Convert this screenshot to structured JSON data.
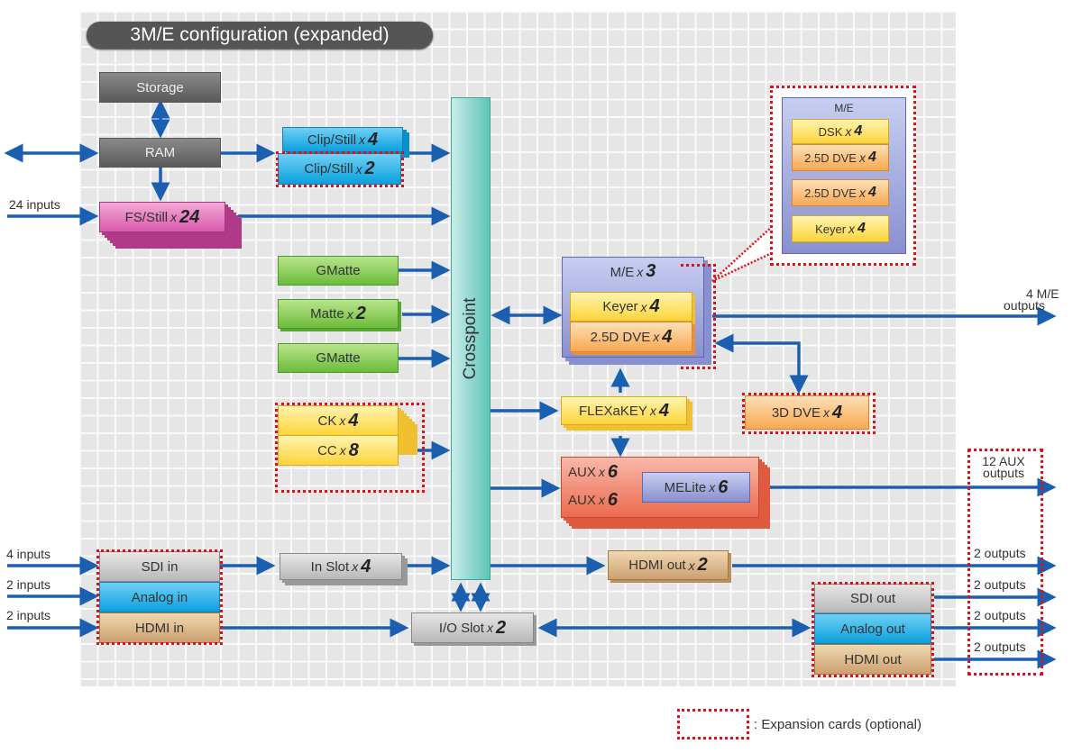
{
  "title": "3M/E configuration (expanded)",
  "crosspoint": "Crosspoint",
  "blocks": {
    "storage": "Storage",
    "ram": "RAM",
    "clip_still_a": {
      "label": "Clip/Still",
      "mult": "4"
    },
    "clip_still_b": {
      "label": "Clip/Still",
      "mult": "2"
    },
    "fs_still": {
      "label": "FS/Still",
      "mult": "24"
    },
    "gmatte_1": "GMatte",
    "matte": {
      "label": "Matte",
      "mult": "2"
    },
    "gmatte_2": "GMatte",
    "ck": {
      "label": "CK",
      "mult": "4"
    },
    "cc": {
      "label": "CC",
      "mult": "8"
    },
    "me": {
      "label": "M/E",
      "mult": "3"
    },
    "me_keyer": {
      "label": "Keyer",
      "mult": "4"
    },
    "me_dve": {
      "label": "2.5D DVE",
      "mult": "4"
    },
    "flexakey": {
      "label": "FLEXaKEY",
      "mult": "4"
    },
    "dve3d": {
      "label": "3D DVE",
      "mult": "4"
    },
    "aux_a": {
      "label": "AUX",
      "mult": "6"
    },
    "aux_b": {
      "label": "AUX",
      "mult": "6"
    },
    "melite": {
      "label": "MELite",
      "mult": "6"
    },
    "sdi_in": "SDI in",
    "analog_in": "Analog in",
    "hdmi_in": "HDMI in",
    "in_slot": {
      "label": "In Slot",
      "mult": "4"
    },
    "io_slot": {
      "label": "I/O Slot",
      "mult": "2"
    },
    "hdmi_out_x": {
      "label": "HDMI out",
      "mult": "2"
    },
    "sdi_out": "SDI out",
    "analog_out": "Analog out",
    "hdmi_out": "HDMI out"
  },
  "callout": {
    "title": "M/E",
    "items": [
      {
        "label": "DSK",
        "mult": "4"
      },
      {
        "label": "2.5D DVE",
        "mult": "4"
      },
      {
        "label": "2.5D DVE",
        "mult": "4"
      },
      {
        "label": "Keyer",
        "mult": "4"
      }
    ]
  },
  "x": "x",
  "labels": {
    "in24": "24 inputs",
    "in4": "4 inputs",
    "in2a": "2 inputs",
    "in2b": "2 inputs",
    "me_out_1": "4 M/E",
    "me_out_2": "outputs",
    "aux_out_1": "12 AUX",
    "aux_out_2": "outputs",
    "out_1": "2 outputs",
    "out_2": "2 outputs",
    "out_3": "2 outputs",
    "out_4": "2 outputs"
  },
  "legend": ": Expansion cards (optional)"
}
